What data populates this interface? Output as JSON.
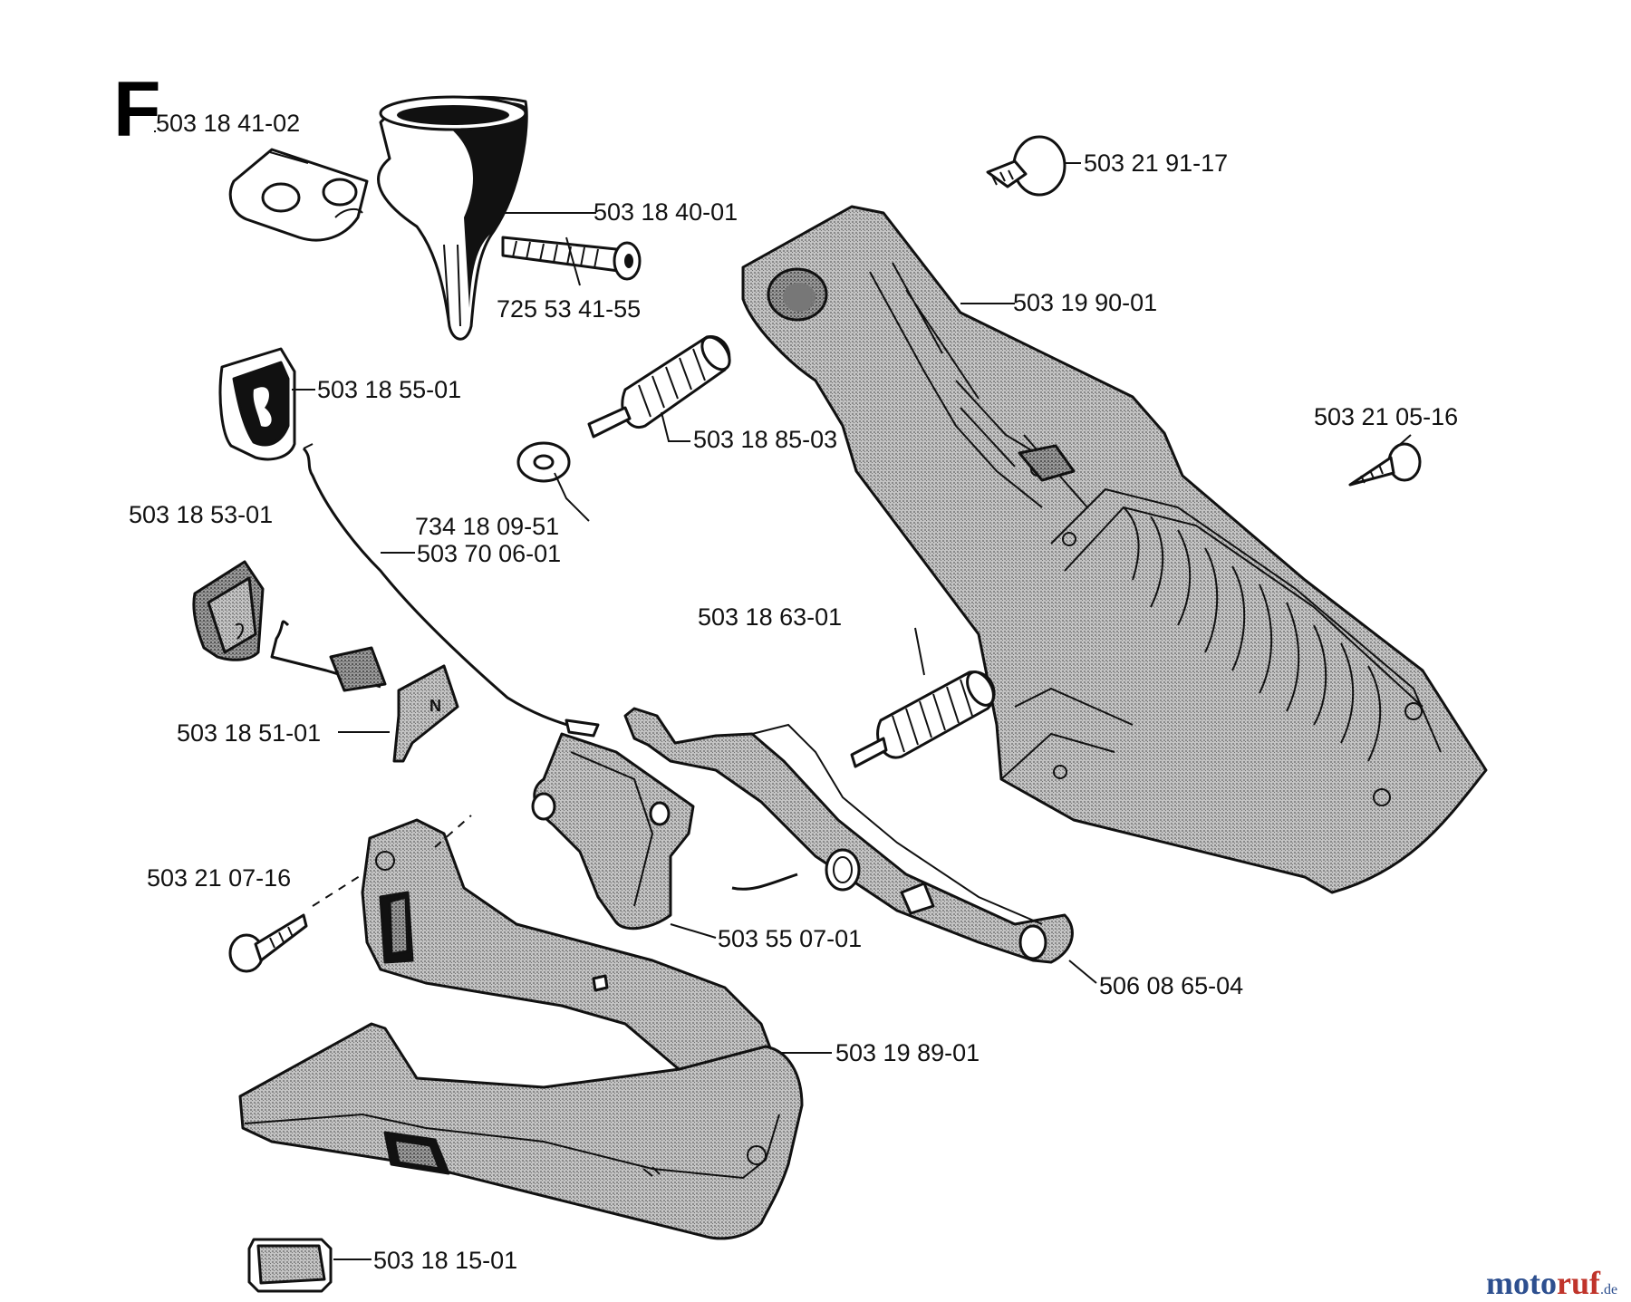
{
  "section_letter": "F",
  "part_numbers": {
    "p_503_18_41_02": "503 18 41-02",
    "p_503_21_91_17": "503 21 91-17",
    "p_503_18_40_01": "503 18 40-01",
    "p_503_19_90_01": "503 19 90-01",
    "p_725_53_41_55": "725 53 41-55",
    "p_503_18_55_01": "503 18 55-01",
    "p_503_21_05_16": "503 21 05-16",
    "p_503_18_85_03": "503 18 85-03",
    "p_503_18_53_01": "503 18 53-01",
    "p_734_18_09_51": "734 18 09-51",
    "p_503_70_06_01": "503 70 06-01",
    "p_503_18_63_01": "503 18 63-01",
    "p_503_18_51_01": "503 18 51-01",
    "p_503_21_07_16": "503 21 07-16",
    "p_503_55_07_01": "503 55 07-01",
    "p_506_08_65_04": "506 08 65-04",
    "p_503_19_89_01": "503 19 89-01",
    "p_503_18_15_01": "503 18 15-01"
  },
  "watermark": {
    "part1": "moto",
    "part2": "ruf",
    "suffix": ".de"
  },
  "colors": {
    "ink": "#111111",
    "shade": "#a9a9a9",
    "watermark_blue": "#2d4f8f",
    "watermark_red": "#c0342b"
  }
}
